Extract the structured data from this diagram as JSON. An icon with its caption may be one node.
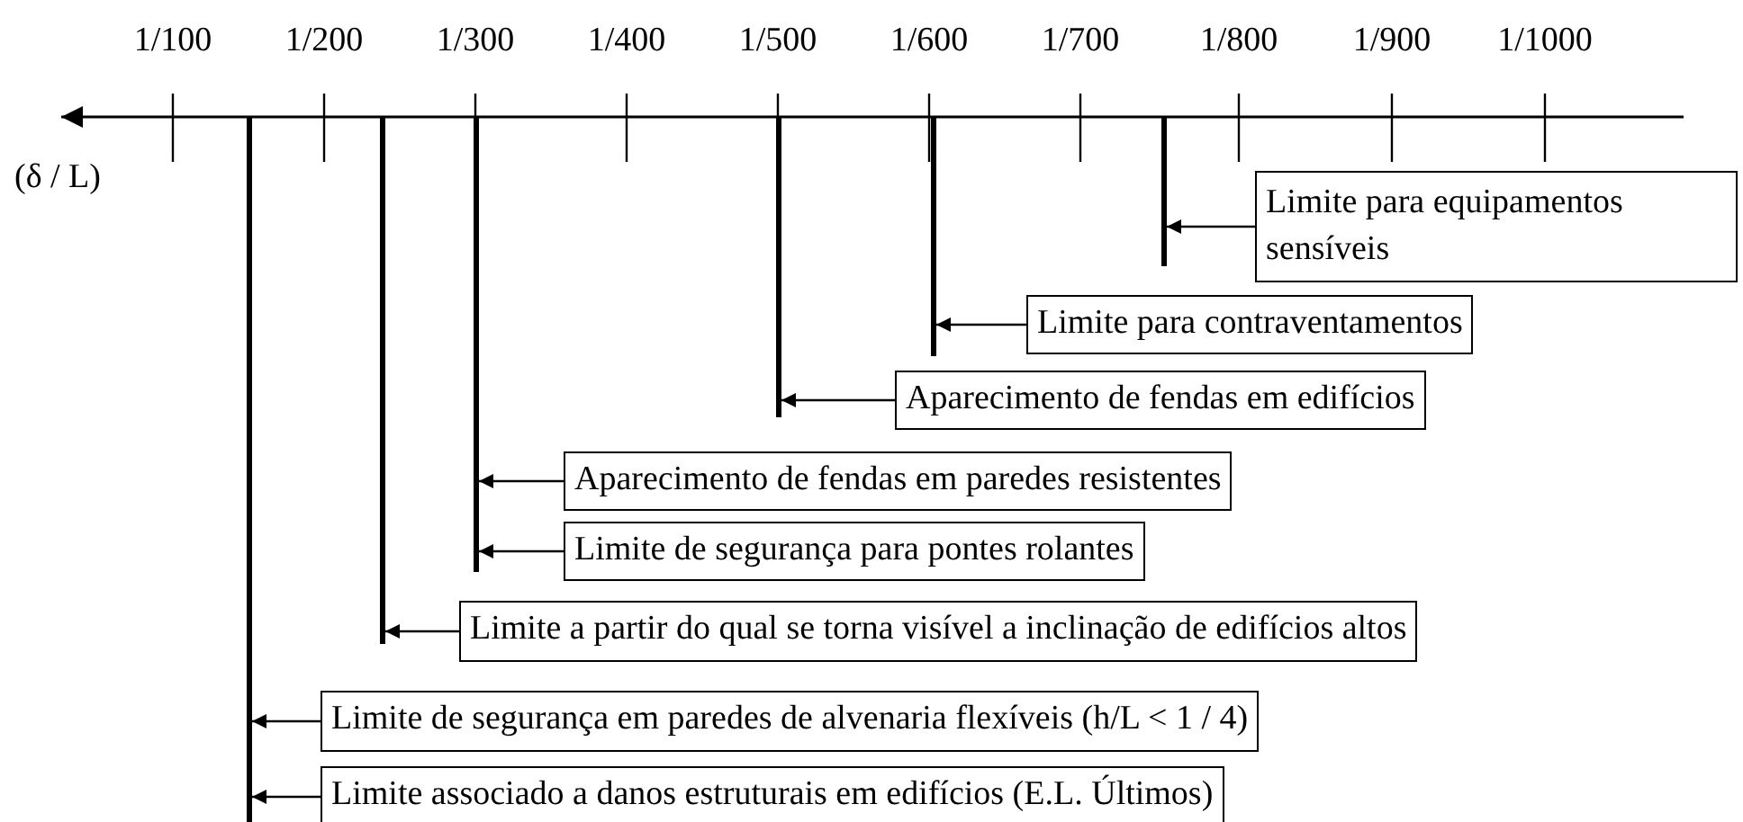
{
  "diagram": {
    "nodes": [
      {
        "text": [
          "Limite para equipamentos sensíveis"
        ]
      },
      {
        "text": [
          "Limite para contraventamentos"
        ]
      },
      {
        "text": [
          "Aparecimento de fendas em edifícios"
        ]
      },
      {
        "text": [
          "Aparecimento de fendas em paredes resistentes"
        ]
      },
      {
        "text": [
          "Limite de segurança para pontes rolantes"
        ]
      },
      {
        "text": [
          "Limite a partir do qual se torna visível a inclinação de edifícios altos"
        ]
      },
      {
        "text": [
          "Limite de segurança em paredes de alvenaria flexíveis (h/L < 1 / 4)"
        ]
      },
      {
        "text": [
          "Limite associado a danos estruturais em edifícios (E.L. Últimos)"
        ]
      },
      {
        "text": [],
        "shape": "bar"
      },
      {
        "text": [],
        "shape": "bar"
      },
      {
        "text": [],
        "shape": "bar"
      },
      {
        "text": [],
        "shape": "bar"
      },
      {
        "text": [],
        "shape": "bar"
      },
      {
        "text": [],
        "shape": "bar"
      }
    ],
    "edges": [
      {
        "from": 0,
        "to": 13,
        "arrow": "to"
      },
      {
        "from": 1,
        "to": 12,
        "arrow": "to"
      },
      {
        "from": 2,
        "to": 11,
        "arrow": "to"
      },
      {
        "from": 3,
        "to": 10,
        "arrow": "to"
      },
      {
        "from": 4,
        "to": 10,
        "arrow": "to"
      },
      {
        "from": 5,
        "to": 9,
        "arrow": "to"
      },
      {
        "from": 6,
        "to": 8,
        "arrow": "to"
      },
      {
        "from": 7,
        "to": 8,
        "arrow": "to"
      }
    ],
    "labels": [
      "1/100",
      "1/200",
      "1/300",
      "1/400",
      "1/500",
      "1/600",
      "1/700",
      "1/800",
      "1/900",
      "1/1000",
      "(δ / L)"
    ]
  }
}
